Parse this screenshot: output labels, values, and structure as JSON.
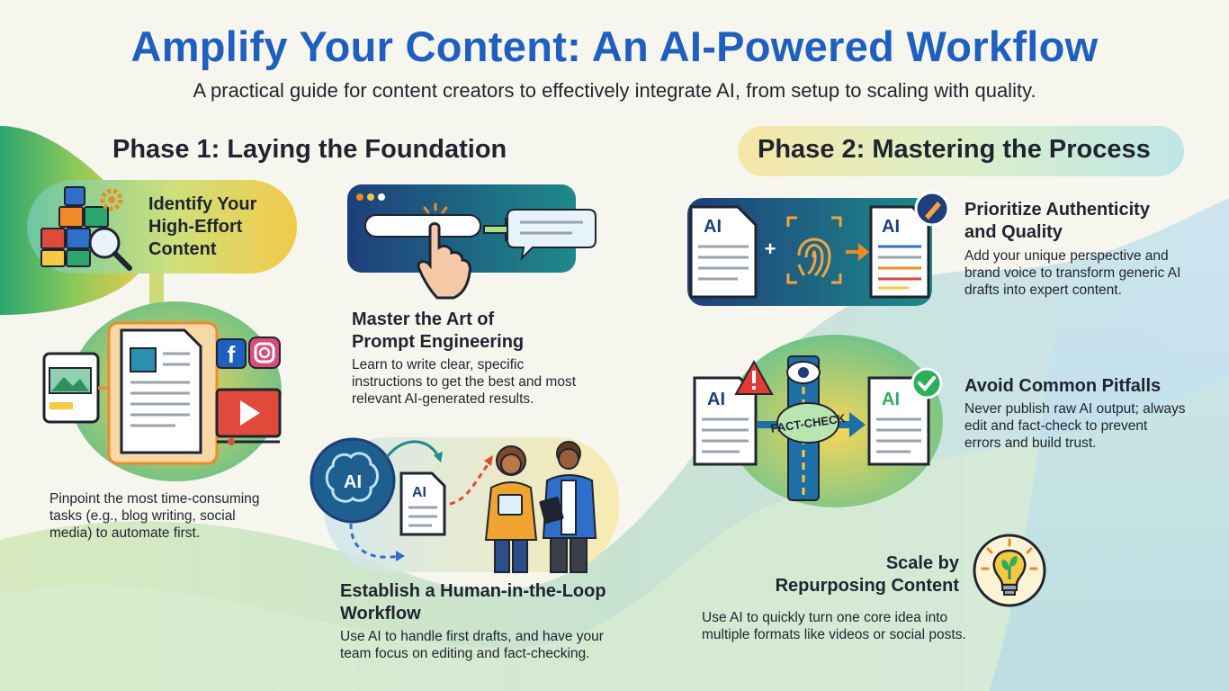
{
  "header": {
    "title": "Amplify Your Content: An AI-Powered Workflow",
    "subtitle": "A practical guide for content creators to effectively integrate AI, from setup to scaling with quality."
  },
  "phase1": {
    "title": "Phase 1: Laying the Foundation",
    "steps": [
      {
        "heading_lines": [
          "Identify Your",
          "High-Effort",
          "Content"
        ],
        "desc_lines": [
          "Pinpoint the most time-consuming",
          "tasks (e.g., blog writing, social",
          "media) to automate first."
        ]
      },
      {
        "heading_lines": [
          "Master the Art of",
          "Prompt Engineering"
        ],
        "desc_lines": [
          "Learn to write clear, specific",
          "instructions to get the best and most",
          "relevant AI-generated results."
        ]
      },
      {
        "heading_lines": [
          "Establish a Human-in-the-Loop",
          "Workflow"
        ],
        "desc_lines": [
          "Use AI to handle first drafts, and have your",
          "team focus on editing and fact-checking."
        ]
      }
    ]
  },
  "phase2": {
    "title": "Phase 2: Mastering the Process",
    "steps": [
      {
        "heading_lines": [
          "Prioritize Authenticity",
          "and Quality"
        ],
        "desc_lines": [
          "Add your unique perspective and",
          "brand voice to transform generic AI",
          "drafts into expert content."
        ]
      },
      {
        "heading_lines": [
          "Avoid Common Pitfalls"
        ],
        "desc_lines": [
          "Never publish raw AI output; always",
          "edit and fact-check to prevent",
          "errors and build trust."
        ]
      },
      {
        "heading_lines": [
          "Scale by",
          "Repurposing Content"
        ],
        "desc_lines": [
          "Use AI to quickly turn one core idea into",
          "multiple formats like videos or social posts."
        ]
      }
    ]
  },
  "illustration_text": {
    "ai_label": "AI",
    "plus": "+",
    "fact_check": "FACT-CHECK",
    "facebook_letter": "f"
  },
  "colors": {
    "title_blue": "#1f5fbf",
    "accent_orange": "#f08a24",
    "teal": "#1e8a8a",
    "navy": "#1e3f7a",
    "green": "#2fae5a",
    "red": "#e53935",
    "yellow": "#f6c944"
  }
}
